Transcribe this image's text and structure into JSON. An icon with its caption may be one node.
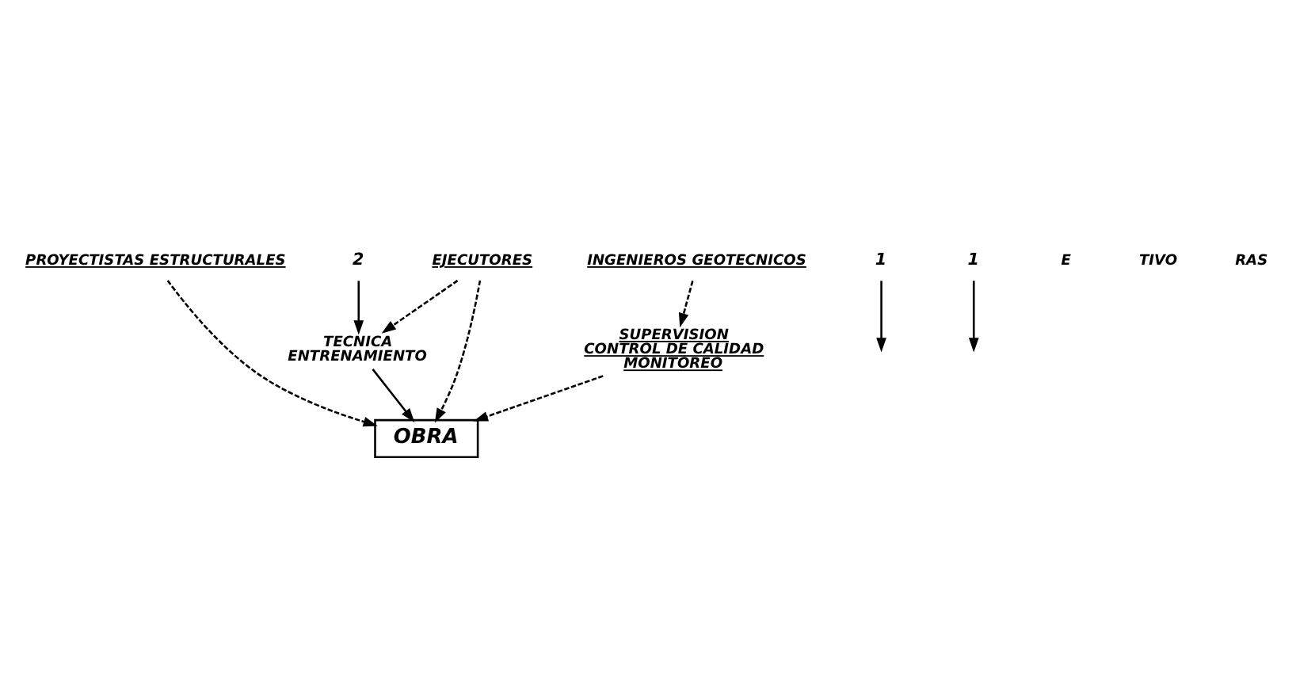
{
  "diagram": {
    "nodes": [
      {
        "text": [
          "PROYECTISTAS ESTRUCTURALES"
        ]
      },
      {
        "text": [
          "INGENIEROS GEOTECNICOS"
        ]
      },
      {
        "text": [
          "EJECUTORES"
        ]
      },
      {
        "text": [
          "TECNICA",
          "ENTRENAMIENTO"
        ]
      },
      {
        "text": [
          "SUPERVISION",
          "CONTROL DE CALIDAD",
          "MONITOREO"
        ]
      },
      {
        "text": [
          "OBRA"
        ]
      },
      {
        "text": [
          "2"
        ]
      },
      {
        "text": [
          "1"
        ]
      },
      {
        "text": [
          "1"
        ]
      }
    ],
    "edges": [
      {
        "from": 0,
        "to": 5,
        "arrow": "to",
        "style": "dashed"
      },
      {
        "from": 2,
        "to": 3,
        "arrow": "to",
        "style": "dashed"
      },
      {
        "from": 2,
        "to": 5,
        "arrow": "to",
        "style": "dashed"
      },
      {
        "from": 3,
        "to": 5,
        "arrow": "to"
      },
      {
        "from": 1,
        "to": 4,
        "arrow": "to",
        "style": "dashed"
      },
      {
        "from": 4,
        "to": 5,
        "arrow": "to",
        "style": "dashed"
      },
      {
        "from": 6,
        "to": 3,
        "arrow": "to"
      },
      {
        "from": 7,
        "to": null,
        "arrow": "to"
      },
      {
        "from": 8,
        "to": null,
        "arrow": "to"
      }
    ],
    "labels": [
      "E",
      "TIVO",
      "RAS"
    ]
  }
}
